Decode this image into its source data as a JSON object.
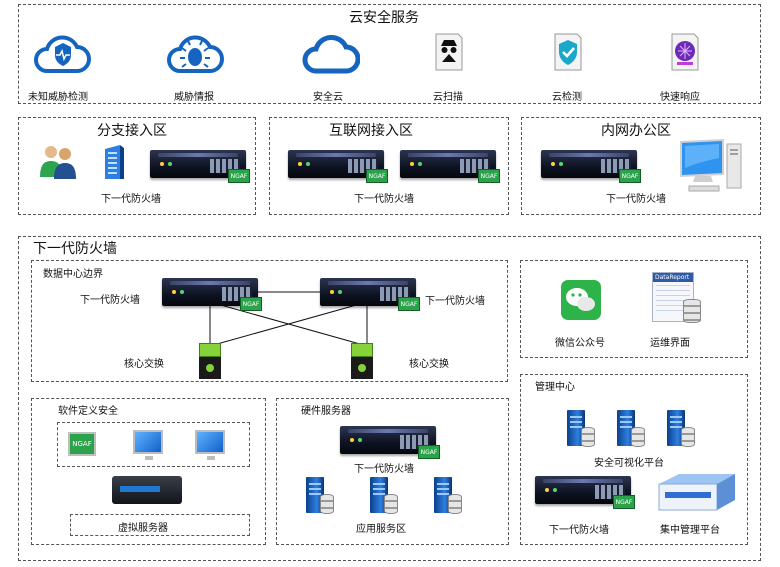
{
  "cloud_services": {
    "title": "云安全服务",
    "items": [
      {
        "label": "未知威胁检测",
        "icon": "cloud-heartbeat-icon"
      },
      {
        "label": "威胁情报",
        "icon": "cloud-bug-icon"
      },
      {
        "label": "安全云",
        "icon": "cloud-icon"
      },
      {
        "label": "云扫描",
        "icon": "spy-scan-icon"
      },
      {
        "label": "云检测",
        "icon": "shield-check-icon"
      },
      {
        "label": "快速响应",
        "icon": "brain-response-icon"
      }
    ]
  },
  "zones": {
    "branch": {
      "title": "分支接入区",
      "device_label": "下一代防火墙"
    },
    "internet": {
      "title": "互联网接入区",
      "device_label": "下一代防火墙"
    },
    "intranet": {
      "title": "内网办公区",
      "device_label": "下一代防火墙"
    }
  },
  "ngfw": {
    "title": "下一代防火墙",
    "dc_border": {
      "title": "数据中心边界",
      "fw_left": "下一代防火墙",
      "fw_right": "下一代防火墙",
      "core_left": "核心交换",
      "core_right": "核心交换"
    },
    "sds": {
      "title": "软件定义安全",
      "virtual_server": "虚拟服务器"
    },
    "hw": {
      "title": "硬件服务器",
      "fw_label": "下一代防火墙",
      "app_zone": "应用服务区"
    },
    "ops": {
      "wechat": "微信公众号",
      "report": "运维界面",
      "report_header": "DataReport"
    },
    "mgmt": {
      "title": "管理中心",
      "visual": "安全可视化平台",
      "fw_label": "下一代防火墙",
      "central": "集中管理平台"
    }
  },
  "device_badge": "NGAF"
}
